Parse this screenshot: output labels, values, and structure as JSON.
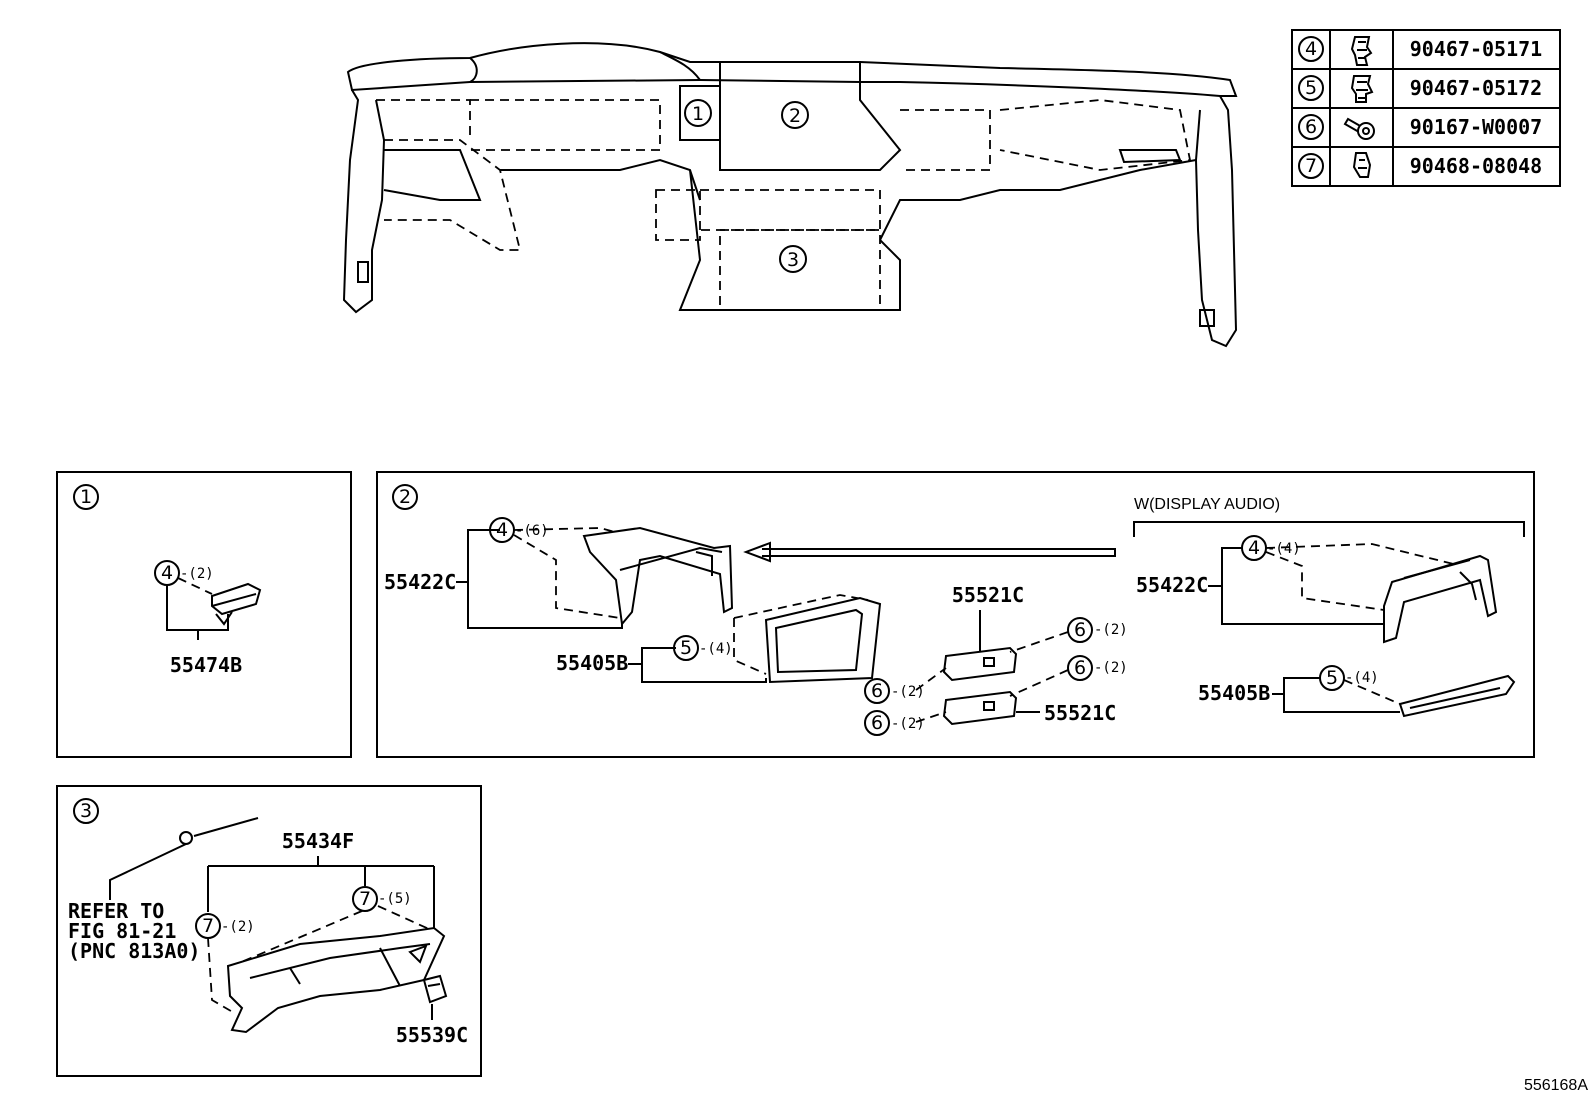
{
  "diagram_id": "556168A",
  "legend": [
    {
      "ref": "4",
      "part": "90467-05171",
      "icon": "clip-icon"
    },
    {
      "ref": "5",
      "part": "90467-05172",
      "icon": "clip-icon"
    },
    {
      "ref": "6",
      "part": "90167-W0007",
      "icon": "screw-icon"
    },
    {
      "ref": "7",
      "part": "90468-08048",
      "icon": "clip-icon"
    }
  ],
  "overview": {
    "callouts": [
      "1",
      "2",
      "3"
    ]
  },
  "panel1": {
    "title": "1",
    "callout": "4",
    "qty": "-(2)",
    "part": "55474B"
  },
  "panel2": {
    "title": "2",
    "variant_label": "W(DISPLAY AUDIO)",
    "left": {
      "bracket_part": "55422C",
      "bracket_callout": "4",
      "bracket_qty": "-(6)",
      "frame_part": "55405B",
      "frame_callout": "5",
      "frame_qty": "-(4)",
      "vent_part_top": "55521C",
      "vent_part_bottom": "55521C",
      "screw_callout": "6",
      "screw_qty": "-(2)"
    },
    "right": {
      "bracket_part": "55422C",
      "bracket_callout": "4",
      "bracket_qty": "-(4)",
      "frame_part": "55405B",
      "frame_callout": "5",
      "frame_qty": "-(4)"
    }
  },
  "panel3": {
    "title": "3",
    "refer_line1": "REFER TO",
    "refer_line2": "FIG 81-21",
    "refer_line3": "(PNC 813A0)",
    "main_part": "55434F",
    "callout_left": "7",
    "qty_left": "-(2)",
    "callout_right": "7",
    "qty_right": "-(5)",
    "small_part": "55539C"
  }
}
